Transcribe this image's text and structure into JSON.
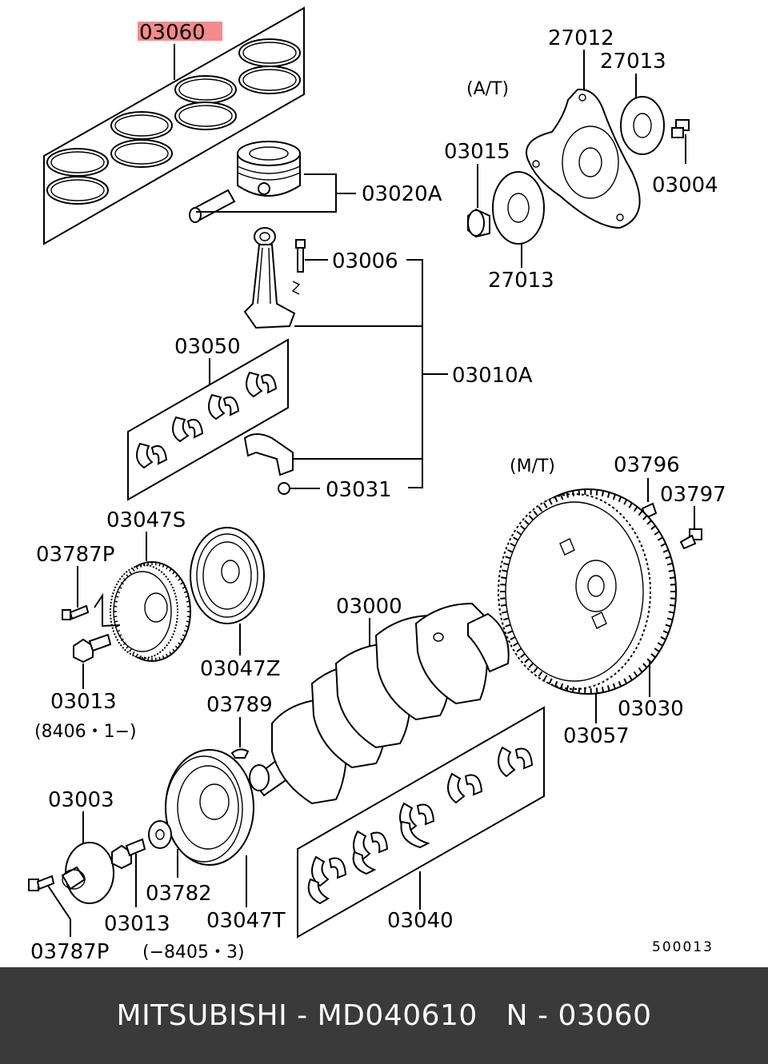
{
  "labels": {
    "p03060": "03060",
    "p03020A": "03020A",
    "p03006": "03006",
    "p03050": "03050",
    "p03010A": "03010A",
    "p03031": "03031",
    "p27012": "27012",
    "p27013_top": "27013",
    "p27013_bottom": "27013",
    "p03015": "03015",
    "p03004": "03004",
    "at": "(A/T)",
    "mt": "(M/T)",
    "p03796": "03796",
    "p03797": "03797",
    "p03047S": "03047S",
    "p03787P_top": "03787P",
    "p03047Z": "03047Z",
    "p03013_top": "03013",
    "date_8406": "(8406・1−)",
    "p03000": "03000",
    "p03789": "03789",
    "p03030": "03030",
    "p03057": "03057",
    "p03003": "03003",
    "p03782": "03782",
    "p03013_bottom": "03013",
    "p03047T": "03047T",
    "p03787P_bottom": "03787P",
    "date_8405": "(−8405・3)",
    "p03040": "03040",
    "ref": "500013"
  },
  "highlight_color": "#f28b8b",
  "footer": {
    "text": "MITSUBISHI - MD040610   N - 03060"
  }
}
